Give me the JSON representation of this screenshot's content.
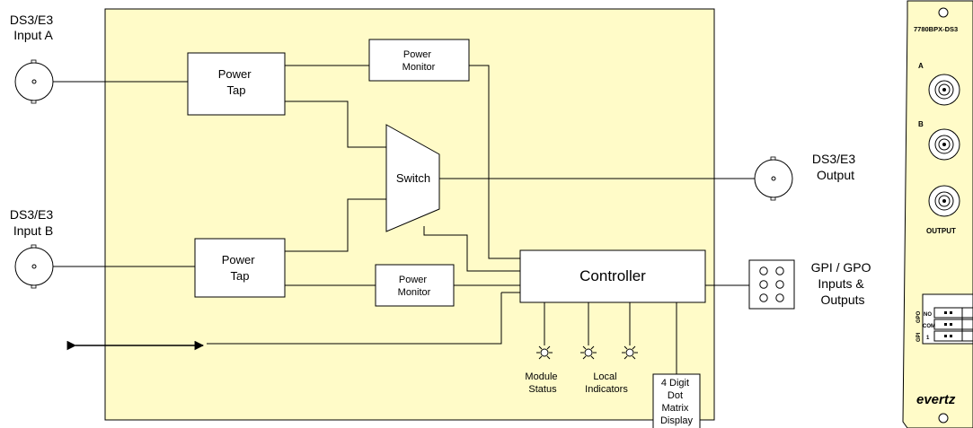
{
  "inputs": {
    "a": {
      "line1": "DS3/E3",
      "line2": "Input A"
    },
    "b": {
      "line1": "DS3/E3",
      "line2": "Input B"
    }
  },
  "output": {
    "line1": "DS3/E3",
    "line2": "Output"
  },
  "blocks": {
    "power_tap_a": {
      "line1": "Power",
      "line2": "Tap"
    },
    "power_tap_b": {
      "line1": "Power",
      "line2": "Tap"
    },
    "power_monitor_a": {
      "line1": "Power",
      "line2": "Monitor"
    },
    "power_monitor_b": {
      "line1": "Power",
      "line2": "Monitor"
    },
    "switch": "Switch",
    "controller": "Controller",
    "display": {
      "line1": "4 Digit",
      "line2": "Dot",
      "line3": "Matrix",
      "line4": "Display"
    }
  },
  "gpio": {
    "line1": "GPI / GPO",
    "line2": "Inputs &",
    "line3": "Outputs"
  },
  "indicators": {
    "module": {
      "line1": "Module",
      "line2": "Status"
    },
    "local": {
      "line1": "Local",
      "line2": "Indicators"
    }
  },
  "panel": {
    "model": "7780BPX-DS3",
    "label_a": "A",
    "label_b": "B",
    "label_output": "OUTPUT",
    "gpo": "GPO",
    "gpi": "GPI",
    "no": "NO",
    "com": "COM",
    "one": "1",
    "brand": "evertz"
  },
  "colors": {
    "module_fill": "#FFFBC8",
    "line": "#000000"
  }
}
